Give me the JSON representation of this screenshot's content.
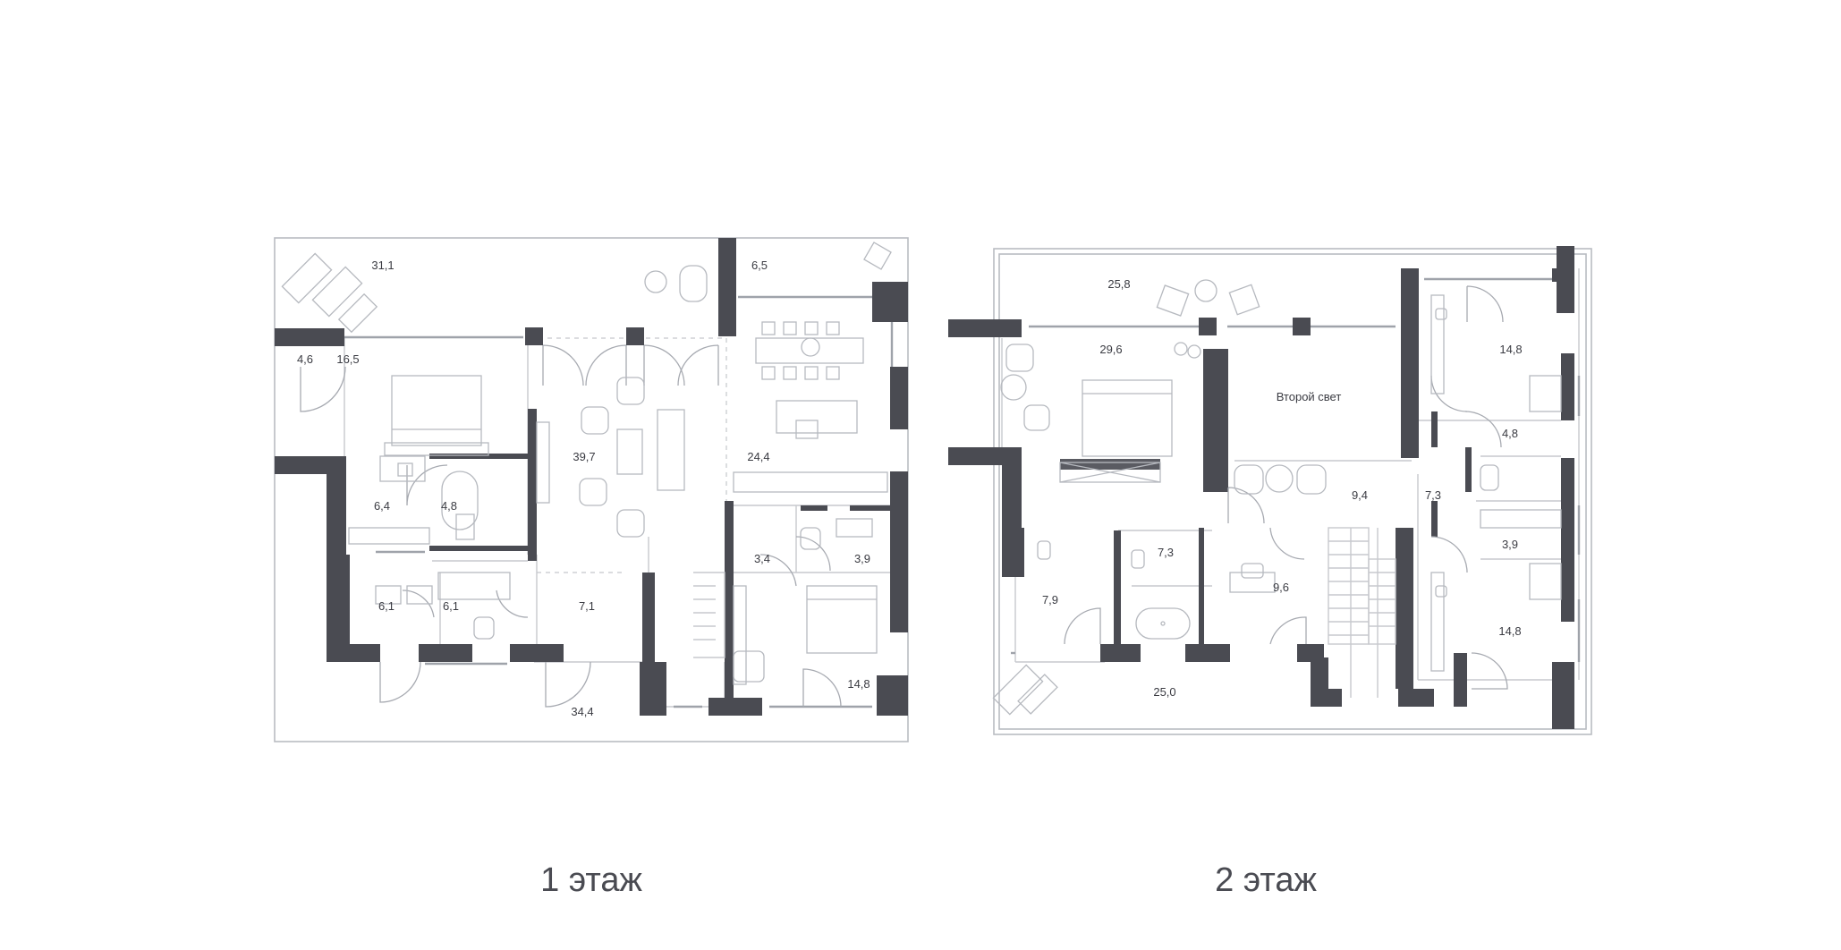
{
  "floors": [
    {
      "title": "1 этаж",
      "rooms": [
        {
          "id": "terrace",
          "area": "31,1"
        },
        {
          "id": "balcony-small",
          "area": "6,5"
        },
        {
          "id": "entry-side",
          "area": "4,6"
        },
        {
          "id": "bedroom",
          "area": "16,5"
        },
        {
          "id": "living",
          "area": "39,7"
        },
        {
          "id": "kitchen-dining",
          "area": "24,4"
        },
        {
          "id": "dressing",
          "area": "6,4"
        },
        {
          "id": "bathroom",
          "area": "4,8"
        },
        {
          "id": "hall-small",
          "area": "3,4"
        },
        {
          "id": "wc",
          "area": "3,9"
        },
        {
          "id": "utility",
          "area": "6,1"
        },
        {
          "id": "laundry",
          "area": "6,1"
        },
        {
          "id": "corridor",
          "area": "7,1"
        },
        {
          "id": "bedroom-2",
          "area": "14,8"
        },
        {
          "id": "porch",
          "area": "34,4"
        }
      ]
    },
    {
      "title": "2 этаж",
      "rooms": [
        {
          "id": "terrace-top",
          "area": "25,8"
        },
        {
          "id": "master-bedroom",
          "area": "29,6"
        },
        {
          "id": "second-light",
          "label": "Второй свет"
        },
        {
          "id": "bedroom-top-right",
          "area": "14,8"
        },
        {
          "id": "bath-top-right",
          "area": "4,8"
        },
        {
          "id": "hall",
          "area": "9,4"
        },
        {
          "id": "corridor-right",
          "area": "7,3"
        },
        {
          "id": "wc-right",
          "area": "3,9"
        },
        {
          "id": "dressing-left",
          "area": "7,9"
        },
        {
          "id": "bathroom-master",
          "area": "7,3"
        },
        {
          "id": "study",
          "area": "9,6"
        },
        {
          "id": "bedroom-bottom-right",
          "area": "14,8"
        },
        {
          "id": "terrace-bottom",
          "area": "25,0"
        }
      ]
    }
  ]
}
